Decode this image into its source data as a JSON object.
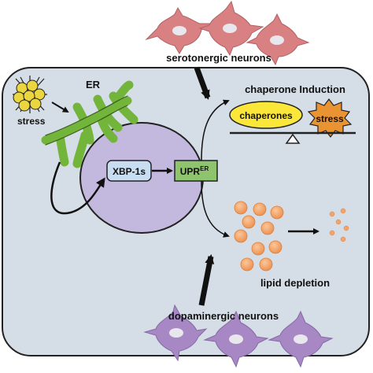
{
  "labels": {
    "er": "ER",
    "stress": "stress",
    "serotonergic": "serotonergic neurons",
    "dopaminergic": "dopaminergic neurons",
    "chaperone_induction": "chaperone Induction",
    "chaperones": "chaperones",
    "stress_burst": "stress",
    "xbp1s": "XBP-1s",
    "upr_main": "UPR",
    "upr_sup": "ER",
    "lipid_depletion": "lipid depletion"
  },
  "colors": {
    "cell_fill": "#d5dde6",
    "nucleus_fill": "#c3b8dd",
    "er_green": "#73b43b",
    "xbp_fill": "#c9ddf2",
    "upr_fill": "#8dc46d",
    "chaperones_yellow": "#fbe63a",
    "stress_orange": "#e99332",
    "stress_cluster": "#ecd63f",
    "lipid_orange": "#f3a46a",
    "serotonergic_red": "#d98082",
    "dopaminergic_purple": "#a787c4"
  }
}
